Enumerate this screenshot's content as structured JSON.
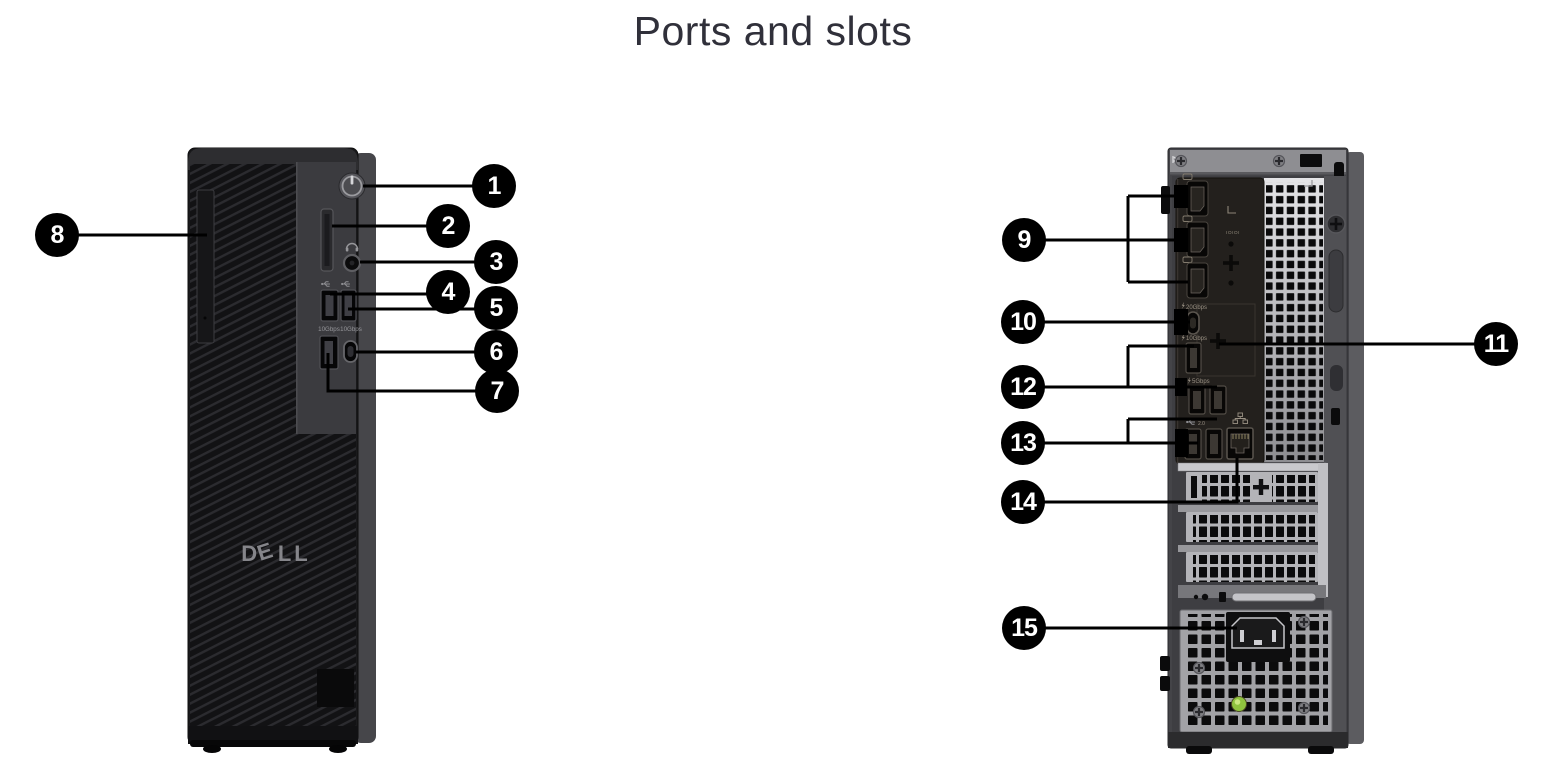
{
  "title": "Ports and slots",
  "front_view": {
    "logo": "DELL",
    "callouts": [
      {
        "number": "1",
        "target": "power-button"
      },
      {
        "number": "2",
        "target": "sd-card-slot"
      },
      {
        "number": "3",
        "target": "headset-jack"
      },
      {
        "number": "4",
        "target": "usb-a-port-left"
      },
      {
        "number": "5",
        "target": "usb-a-port-right"
      },
      {
        "number": "6",
        "target": "usb-c-port"
      },
      {
        "number": "7",
        "target": "usb-a-10gbps-port"
      },
      {
        "number": "8",
        "target": "slim-optical-drive-bay"
      }
    ],
    "port_labels": {
      "usb_a_speed": "10Gbps",
      "usb_c_speed": "10Gbps"
    }
  },
  "back_view": {
    "callouts": [
      {
        "number": "9",
        "target": "displayport-ports"
      },
      {
        "number": "10",
        "target": "usb-c-20gbps-port"
      },
      {
        "number": "11",
        "target": "optional-port-slot"
      },
      {
        "number": "12",
        "target": "usb-a-ports"
      },
      {
        "number": "13",
        "target": "usb-2-ports"
      },
      {
        "number": "14",
        "target": "ethernet-port"
      },
      {
        "number": "15",
        "target": "power-connector"
      }
    ],
    "port_labels": {
      "usb_c_speed": "20Gbps",
      "usb_a_single_speed": "10Gbps",
      "usb_a_pair_speed": "5Gbps",
      "usb2_label": "2.0",
      "serial_marking": "IOIOI"
    }
  },
  "icons": {
    "power-button-icon": "circle with standby bar",
    "headset-icon": "headphones arc",
    "usb-icon": "usb trident",
    "displayport-icon": "small DP plug outline",
    "network-icon": "ethernet nodes",
    "screw-icon": "phillips cross",
    "power-inlet-icon": "C14 AC inlet",
    "status-led-icon": "green power-supply LED"
  },
  "colors": {
    "callout_bg": "#000000",
    "callout_text": "#ffffff",
    "title_text": "#30303a",
    "leader_line": "#000000",
    "status_led": "#8fc43e"
  }
}
